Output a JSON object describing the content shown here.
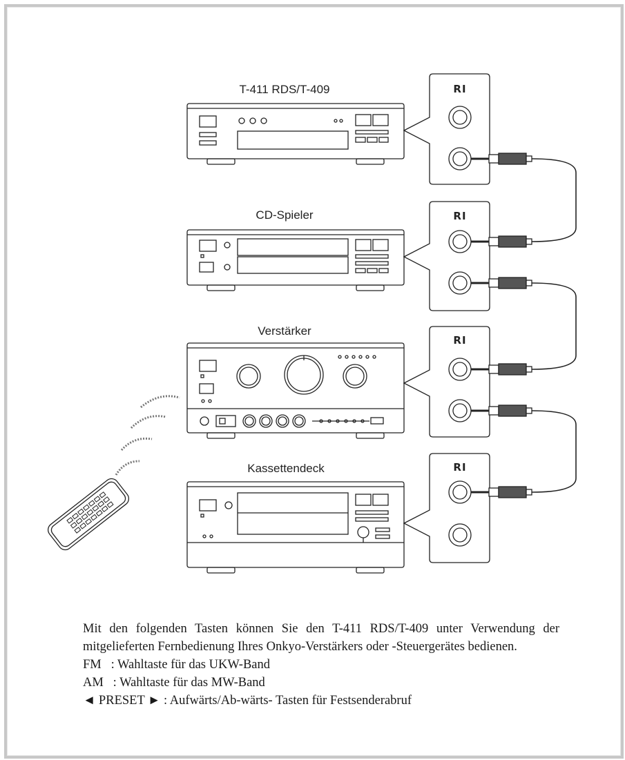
{
  "devices": {
    "tuner": "T-411 RDS/T-409",
    "cd": "CD-Spieler",
    "amp": "Verstärker",
    "deck": "Kassettendeck"
  },
  "ri_label": "RI",
  "text": {
    "paragraph": "Mit den folgenden Tasten können Sie den T-411 RDS/T-409 unter Verwendung der mitgelieferten Fernbedienung Ihres Onkyo-Verstärkers oder -Steuergerätes bedienen.",
    "fm": "FM   : Wahltaste für das UKW-Band",
    "am": "AM   : Wahltaste für das MW-Band",
    "preset": "◄ PRESET ► : Aufwärts/Ab-wärts- Tasten für Festsenderabruf"
  }
}
